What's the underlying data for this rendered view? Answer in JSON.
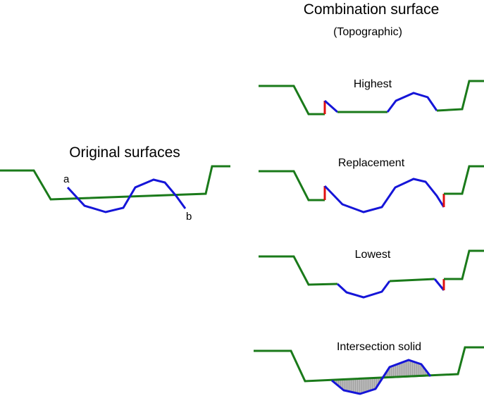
{
  "titles": {
    "combination": "Combination surface",
    "combination_sub": "(Topographic)",
    "original": "Original surfaces"
  },
  "labels": {
    "point_a": "a",
    "point_b": "b"
  },
  "panels": {
    "highest": "Highest",
    "replacement": "Replacement",
    "lowest": "Lowest",
    "intersection": "Intersection solid"
  },
  "colors": {
    "ground_surface": "#1a7a1a",
    "design_surface": "#1515d8",
    "vertical_connector": "#e01010",
    "fill_volume": "#9a9a9a"
  }
}
